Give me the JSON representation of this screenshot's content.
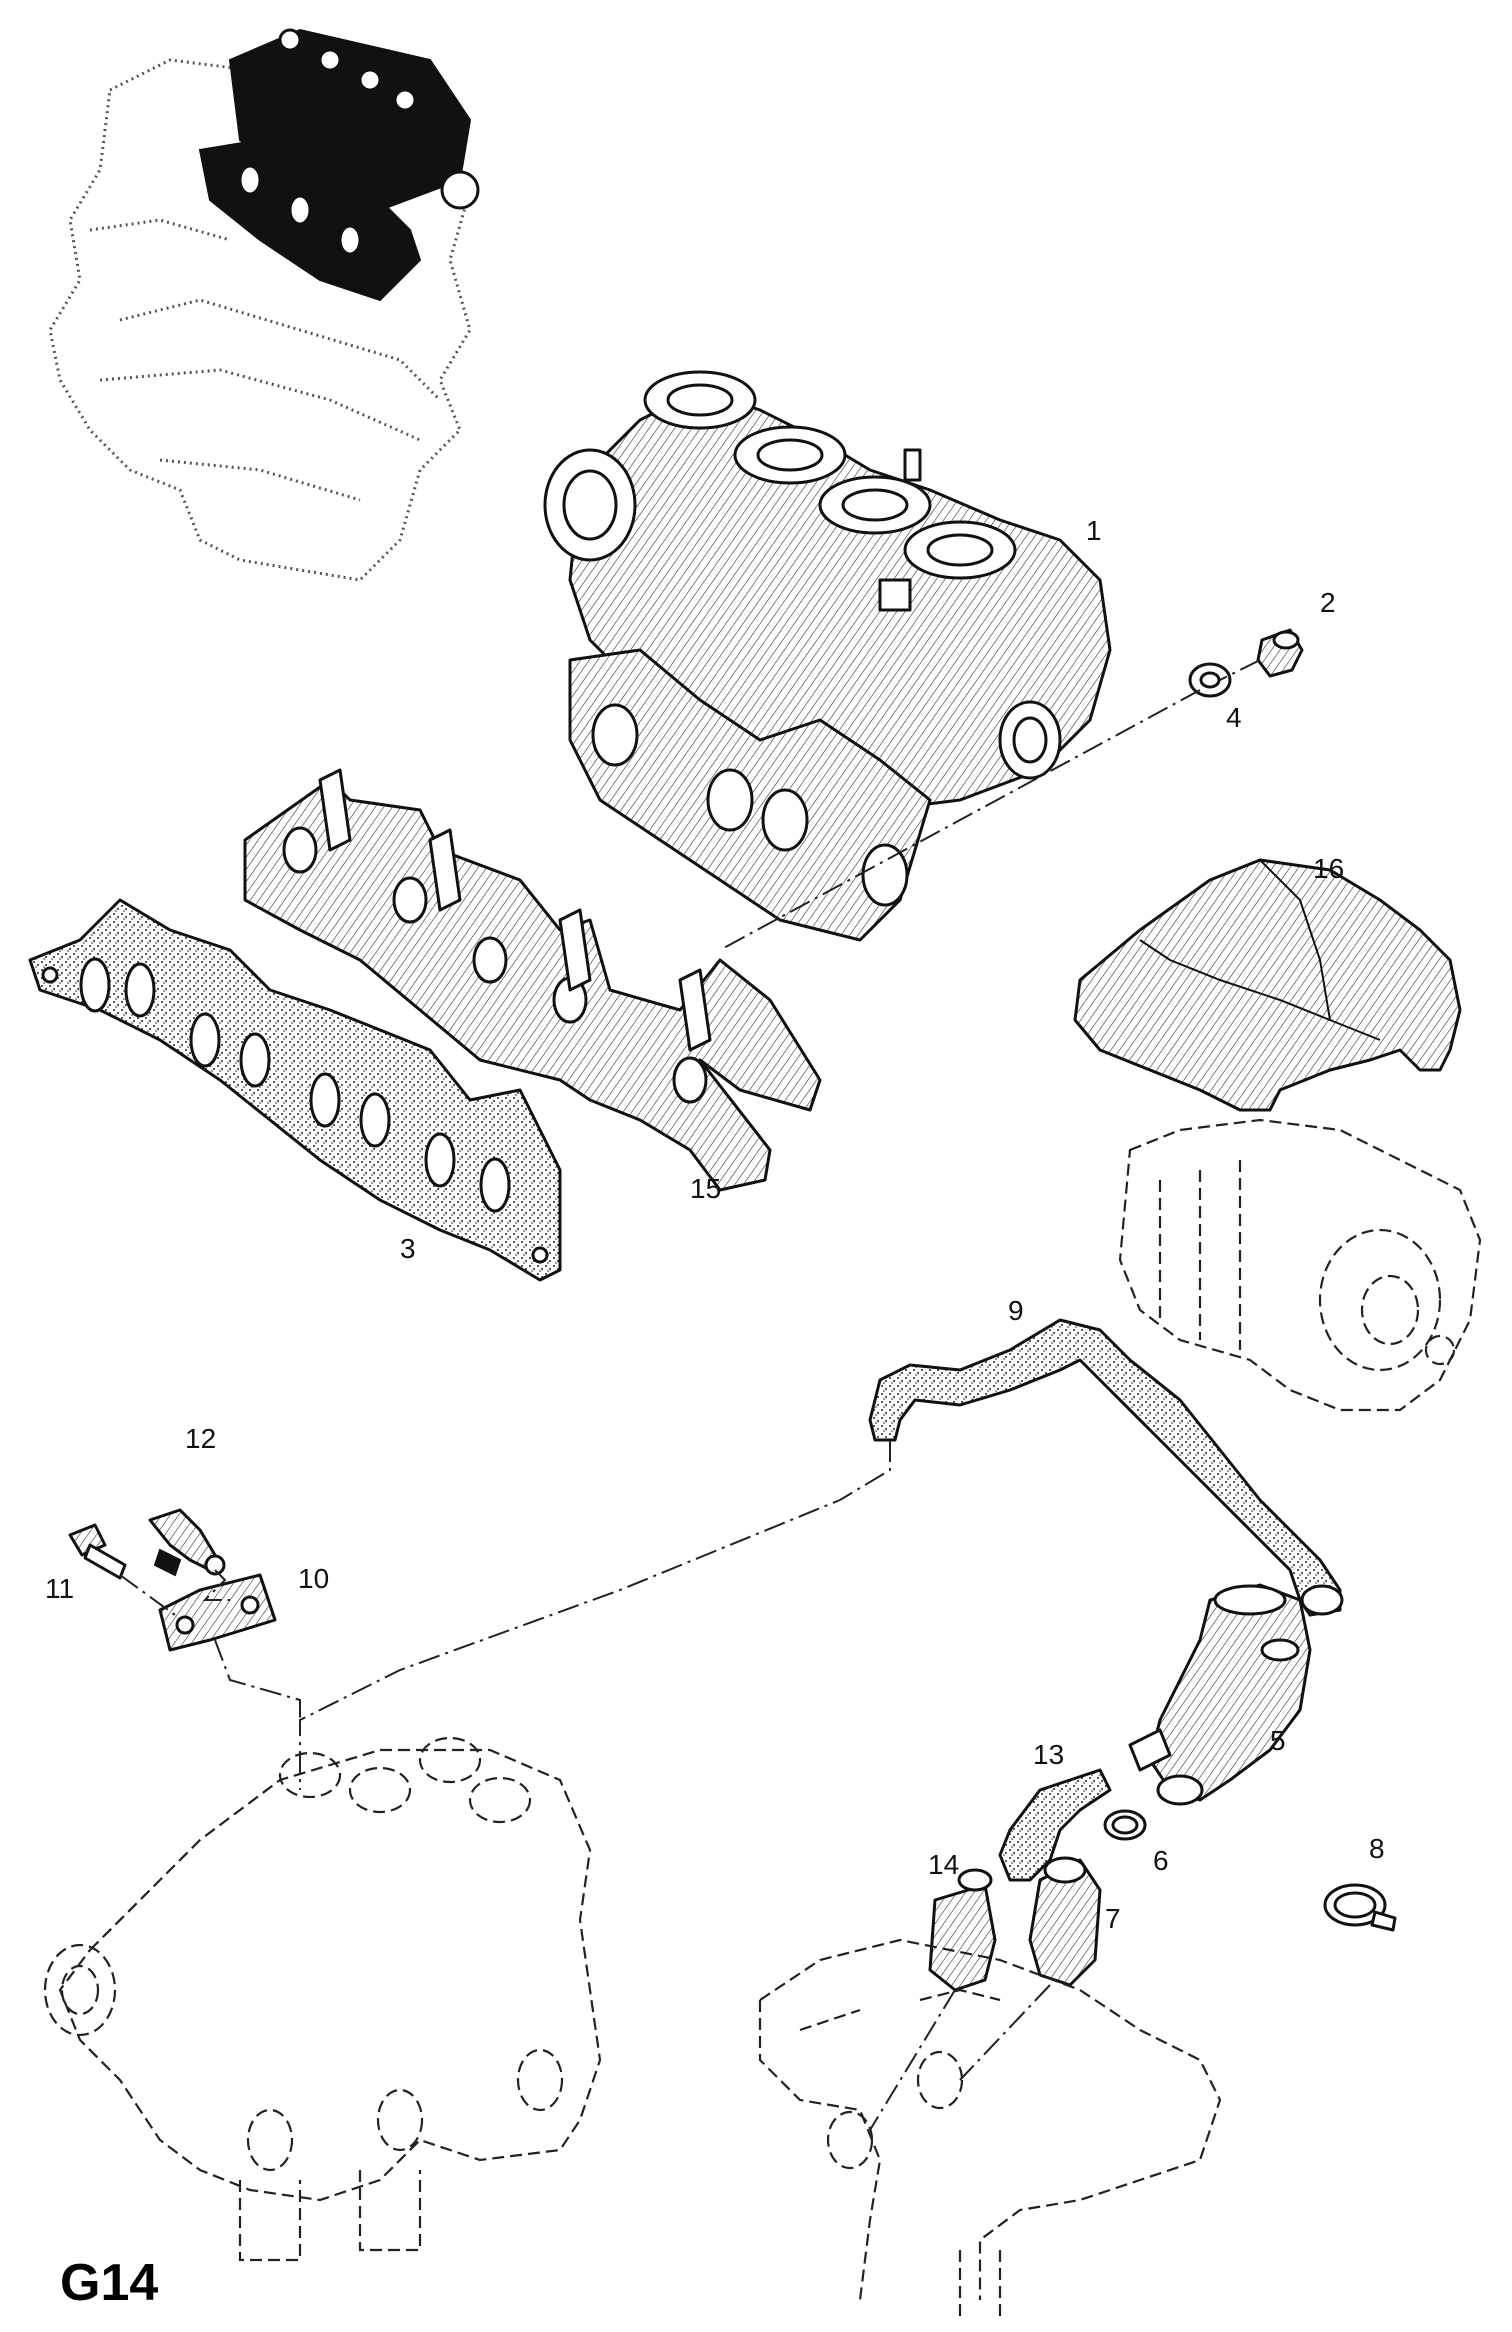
{
  "page_code": "G14",
  "callouts": [
    {
      "id": "1",
      "label": "1"
    },
    {
      "id": "2",
      "label": "2"
    },
    {
      "id": "3",
      "label": "3"
    },
    {
      "id": "4",
      "label": "4"
    },
    {
      "id": "5",
      "label": "5"
    },
    {
      "id": "6",
      "label": "6"
    },
    {
      "id": "7",
      "label": "7"
    },
    {
      "id": "8",
      "label": "8"
    },
    {
      "id": "9",
      "label": "9"
    },
    {
      "id": "10",
      "label": "10"
    },
    {
      "id": "11",
      "label": "11"
    },
    {
      "id": "12",
      "label": "12"
    },
    {
      "id": "13",
      "label": "13"
    },
    {
      "id": "14",
      "label": "14"
    },
    {
      "id": "15",
      "label": "15"
    },
    {
      "id": "16",
      "label": "16"
    }
  ]
}
